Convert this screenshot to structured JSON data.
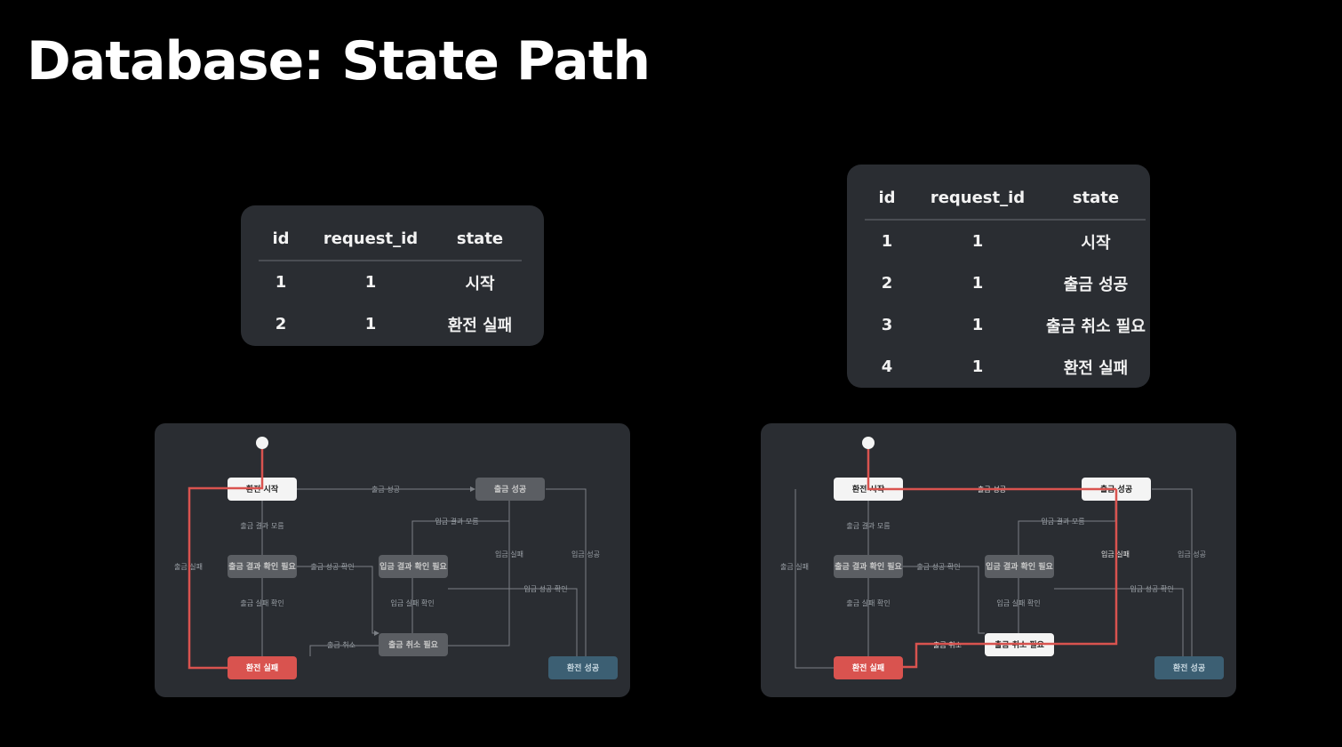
{
  "slide": {
    "title": "Database: State Path"
  },
  "left_table": {
    "headers": [
      "id",
      "request_id",
      "state"
    ],
    "rows": [
      [
        "1",
        "1",
        "시작"
      ],
      [
        "2",
        "1",
        "환전 실패"
      ]
    ]
  },
  "right_table": {
    "headers": [
      "id",
      "request_id",
      "state"
    ],
    "rows": [
      [
        "1",
        "1",
        "시작"
      ],
      [
        "2",
        "1",
        "출금 성공"
      ],
      [
        "3",
        "1",
        "출금 취소 필요"
      ],
      [
        "4",
        "1",
        "환전 실패"
      ]
    ]
  },
  "diagram": {
    "nodes": {
      "start": "환전 시작",
      "withdraw_success": "출금 성공",
      "withdraw_check": "출금 결과 확인 필요",
      "deposit_check": "입금 결과 확인 필요",
      "withdraw_cancel": "출금 취소 필요",
      "fail": "환전 실패",
      "success": "환전 성공"
    },
    "edges": {
      "withdraw_success": "출금 성공",
      "withdraw_ambiguous": "출금 결과 모름",
      "deposit_ambiguous": "입금 결과 모름",
      "withdraw_fail": "출금 실패",
      "deposit_fail": "입금 실패",
      "deposit_success": "입금 성공",
      "withdraw_success_confirm": "출금 성공 확인",
      "withdraw_fail_confirm": "출금 실패 확인",
      "deposit_fail_confirm": "입금 실패 확인",
      "deposit_success_confirm": "입금 성공 확인",
      "withdraw_cancel": "출금 취소"
    }
  },
  "colors": {
    "highlight": "#d9534f",
    "node_inactive": "#5b5e63",
    "node_active": "#f4f4f4",
    "node_fail": "#d9534f",
    "node_success": "#3c5f73",
    "edge": "#7c8086"
  }
}
